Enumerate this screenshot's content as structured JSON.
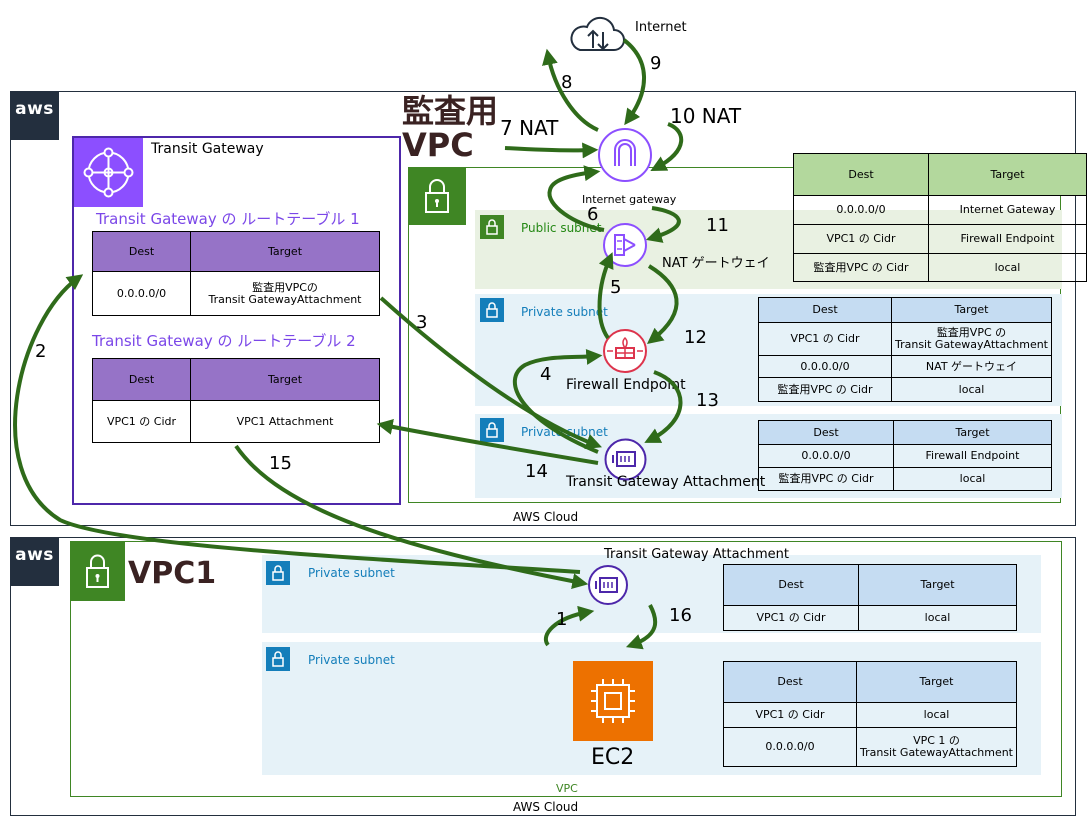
{
  "internet_label": "Internet",
  "audit_vpc": {
    "title": "監査用\nVPC",
    "aws_cloud_label": "AWS Cloud",
    "vpc_label": "VPC",
    "transit_gateway": {
      "title": "Transit Gateway",
      "rt1_title": "Transit Gateway の ルートテーブル 1",
      "rt1": {
        "headers": [
          "Dest",
          "Target"
        ],
        "rows": [
          [
            "0.0.0.0/0",
            "監査用VPCの\nTransit GatewayAttachment"
          ]
        ]
      },
      "rt2_title": "Transit Gateway の ルートテーブル 2",
      "rt2": {
        "headers": [
          "Dest",
          "Target"
        ],
        "rows": [
          [
            "VPC1 の Cidr",
            "VPC1 Attachment"
          ]
        ]
      }
    },
    "internet_gateway_label": "Internet gateway",
    "nat_gateway_label": "NAT ゲートウェイ",
    "firewall_label": "Firewall Endpoint",
    "tgw_attachment_label": "Transit Gateway Attachment",
    "subnets": {
      "public": "Public subnet",
      "private1": "Private subnet",
      "private2": "Private subnet"
    },
    "public_rt": {
      "headers": [
        "Dest",
        "Target"
      ],
      "rows": [
        [
          "0.0.0.0/0",
          "Internet Gateway"
        ],
        [
          "VPC1 の Cidr",
          "Firewall Endpoint"
        ],
        [
          "監査用VPC の Cidr",
          "local"
        ]
      ]
    },
    "firewall_rt": {
      "headers": [
        "Dest",
        "Target"
      ],
      "rows": [
        [
          "VPC1 の Cidr",
          "監査用VPC の\nTransit GatewayAttachment"
        ],
        [
          "0.0.0.0/0",
          "NAT ゲートウェイ"
        ],
        [
          "監査用VPC の Cidr",
          "local"
        ]
      ]
    },
    "attachment_rt": {
      "headers": [
        "Dest",
        "Target"
      ],
      "rows": [
        [
          "0.0.0.0/0",
          "Firewall Endpoint"
        ],
        [
          "監査用VPC の Cidr",
          "local"
        ]
      ]
    }
  },
  "vpc1": {
    "title": "VPC1",
    "aws_cloud_label": "AWS Cloud",
    "vpc_label": "VPC",
    "subnets": {
      "private1": "Private subnet",
      "private2": "Private subnet"
    },
    "tgw_attachment_label": "Transit Gateway Attachment",
    "ec2_label": "EC2",
    "attachment_rt": {
      "headers": [
        "Dest",
        "Target"
      ],
      "rows": [
        [
          "VPC1 の Cidr",
          "local"
        ]
      ]
    },
    "ec2_rt": {
      "headers": [
        "Dest",
        "Target"
      ],
      "rows": [
        [
          "VPC1 の Cidr",
          "local"
        ],
        [
          "0.0.0.0/0",
          "VPC 1 の\nTransit GatewayAttachment"
        ]
      ]
    }
  },
  "arrow_labels": {
    "a1": "1",
    "a2": "2",
    "a3": "3",
    "a4": "4",
    "a5": "5",
    "a6": "6",
    "a7": "7 NAT",
    "a8": "8",
    "a9": "9",
    "a10": "10 NAT",
    "a11": "11",
    "a12": "12",
    "a13": "13",
    "a14": "14",
    "a15": "15",
    "a16": "16"
  },
  "colors": {
    "arrow": "#2f6b1a",
    "vpc": "#3f8624",
    "tgw": "#8c4fff",
    "aws": "#232f3e",
    "firewall": "#dd344c",
    "ec2": "#ed7100"
  }
}
